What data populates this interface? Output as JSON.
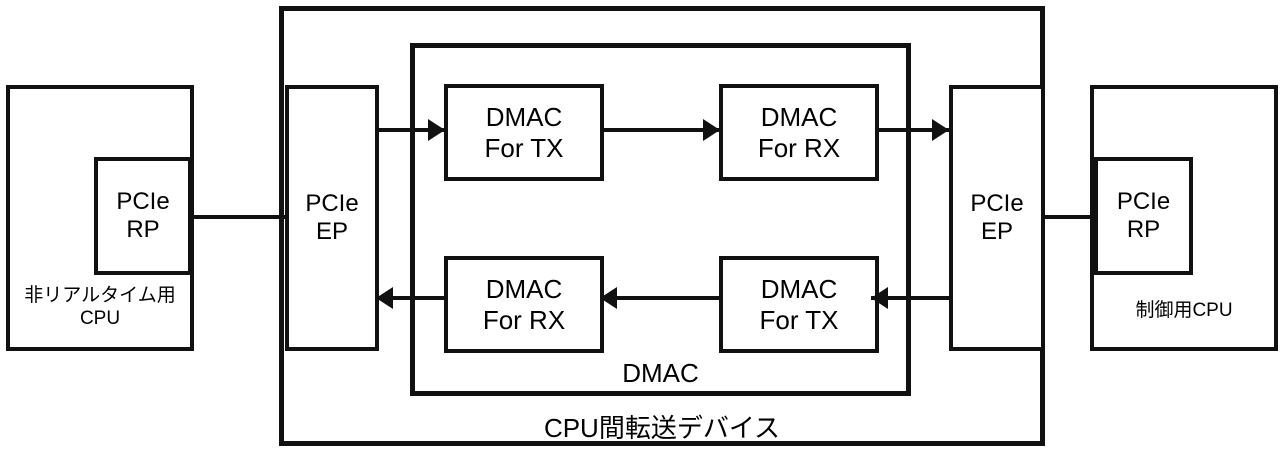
{
  "diagram": {
    "title": "CPU間転送デバイス",
    "inner_title": "DMAC",
    "left_cpu": {
      "caption": "非リアルタイム用\nCPU",
      "port_label": "PCIe\nRP"
    },
    "right_cpu": {
      "caption": "制御用CPU",
      "port_label": "PCIe\nRP"
    },
    "left_endpoint": {
      "label": "PCIe\nEP"
    },
    "right_endpoint": {
      "label": "PCIe\nEP"
    },
    "dmac_blocks": {
      "top_left": "DMAC\nFor TX",
      "top_right": "DMAC\nFor RX",
      "bottom_left": "DMAC\nFor RX",
      "bottom_right": "DMAC\nFor TX"
    },
    "colors": {
      "stroke": "#111111",
      "background": "#ffffff"
    }
  }
}
